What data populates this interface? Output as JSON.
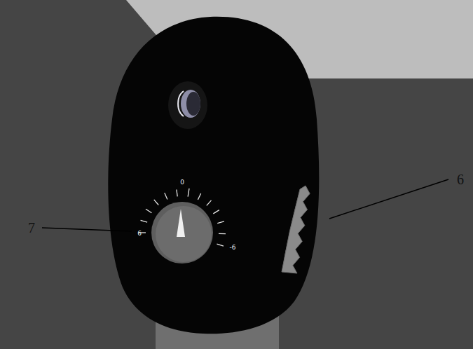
{
  "diagram": {
    "labels": [
      "6",
      "0",
      "7",
      "6",
      "-6"
    ]
  }
}
